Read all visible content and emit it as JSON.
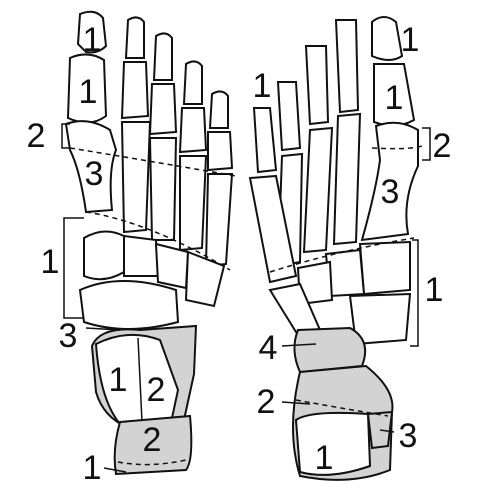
{
  "labels": {
    "left": {
      "phalanx_distal": "1",
      "phalanx_proximal": "1",
      "joint_bracket": "2",
      "metatarsal": "3",
      "tarsus_bracket": "1",
      "navicular_pointer": "3",
      "talus_body": "1",
      "talus_head": "2",
      "calcaneus_upper": "2",
      "calcaneus_lower": "1"
    },
    "right": {
      "phalanx_distal": "1",
      "phalanx_proximal": "1",
      "phalanx_small": "1",
      "joint_bracket": "2",
      "metatarsal": "3",
      "tarsus_bracket": "1",
      "talus_pointer": "4",
      "calcaneus_upper": "2",
      "calcaneus_side": "3",
      "calcaneus_lower": "1"
    }
  },
  "colors": {
    "highlight": "#d3d3d3",
    "outline": "#111111"
  }
}
